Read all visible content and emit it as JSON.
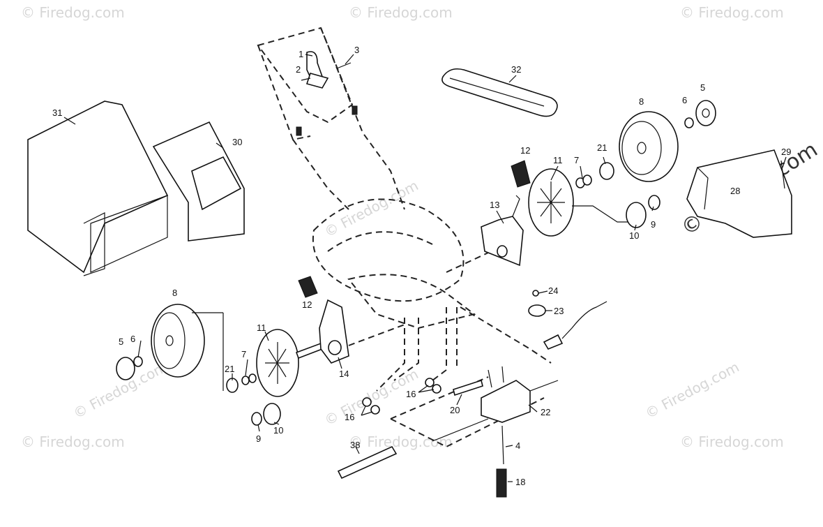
{
  "watermark": {
    "text": "© Firedog.com",
    "prominent_text": "© Firedog.com"
  },
  "callouts": {
    "c1": "1",
    "c2": "2",
    "c3": "3",
    "c32": "32",
    "c8_top": "8",
    "c6_top": "6",
    "c5_top": "5",
    "c31": "31",
    "c30": "30",
    "c12_top": "12",
    "c11_top": "11",
    "c7_top": "7",
    "c21_top": "21",
    "c29": "29",
    "c28": "28",
    "c13": "13",
    "c9_top": "9",
    "c10_top": "10",
    "c12_left": "12",
    "c8_left": "8",
    "c24": "24",
    "c23": "23",
    "c5_left": "5",
    "c6_left": "6",
    "c11_left": "11",
    "c7_left": "7",
    "c21_left": "21",
    "c14": "14",
    "c22": "22",
    "c16_a": "16",
    "c16_b": "16",
    "c20": "20",
    "c9_left": "9",
    "c10_left": "10",
    "c4": "4",
    "c38": "38",
    "c18": "18"
  }
}
